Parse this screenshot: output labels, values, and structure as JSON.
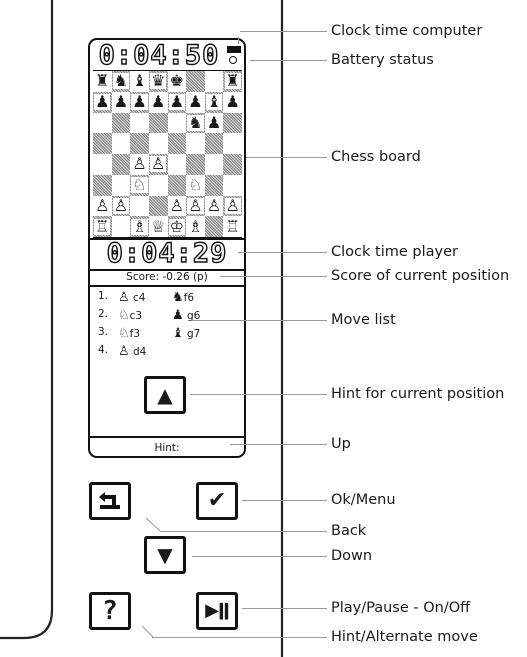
{
  "screen": {
    "clock_computer": "0:04:50",
    "clock_player": "0:04:29",
    "score": "Score: -0.26 (p)",
    "hint_label": "Hint:",
    "moves": [
      {
        "no": "1.",
        "white_piece": "♙",
        "white_move": "c4",
        "black_piece": "♞",
        "black_move": "f6"
      },
      {
        "no": "2.",
        "white_piece": "♘",
        "white_move": "c3",
        "black_piece": "♟",
        "black_move": "g6"
      },
      {
        "no": "3.",
        "white_piece": "♘",
        "white_move": "f3",
        "black_piece": "♝",
        "black_move": "g7"
      },
      {
        "no": "4.",
        "white_piece": "♙",
        "white_move": "d4",
        "black_piece": "",
        "black_move": ""
      }
    ],
    "board": [
      [
        "♜",
        "♞",
        "♝",
        "♛",
        "♚",
        "",
        "",
        "♜"
      ],
      [
        "♟",
        "♟",
        "♟",
        "♟",
        "♟",
        "♟",
        "♝",
        "♟"
      ],
      [
        "",
        "",
        "",
        "",
        "",
        "♞",
        "♟",
        ""
      ],
      [
        "",
        "",
        "",
        "",
        "",
        "",
        "",
        ""
      ],
      [
        "",
        "",
        "♙",
        "♙",
        "",
        "",
        "",
        ""
      ],
      [
        "",
        "",
        "♘",
        "",
        "",
        "♘",
        "",
        ""
      ],
      [
        "♙",
        "♙",
        "",
        "",
        "♙",
        "♙",
        "♙",
        "♙"
      ],
      [
        "♖",
        "",
        "♗",
        "♕",
        "♔",
        "♗",
        "",
        "♖"
      ]
    ]
  },
  "buttons": {
    "up": "▲",
    "back": "↩",
    "ok": "✔",
    "down": "▼",
    "hint": "?",
    "play": "▶ǁ"
  },
  "labels": {
    "clock_computer": "Clock time computer",
    "battery": "Battery status",
    "board": "Chess board",
    "clock_player": "Clock time player",
    "score": "Score of current position",
    "moves": "Move list",
    "hint": "Hint for current position",
    "up": "Up",
    "ok": "Ok/Menu",
    "back": "Back",
    "down": "Down",
    "play": "Play/Pause - On/Off",
    "hint_alt": "Hint/Alternate move"
  }
}
